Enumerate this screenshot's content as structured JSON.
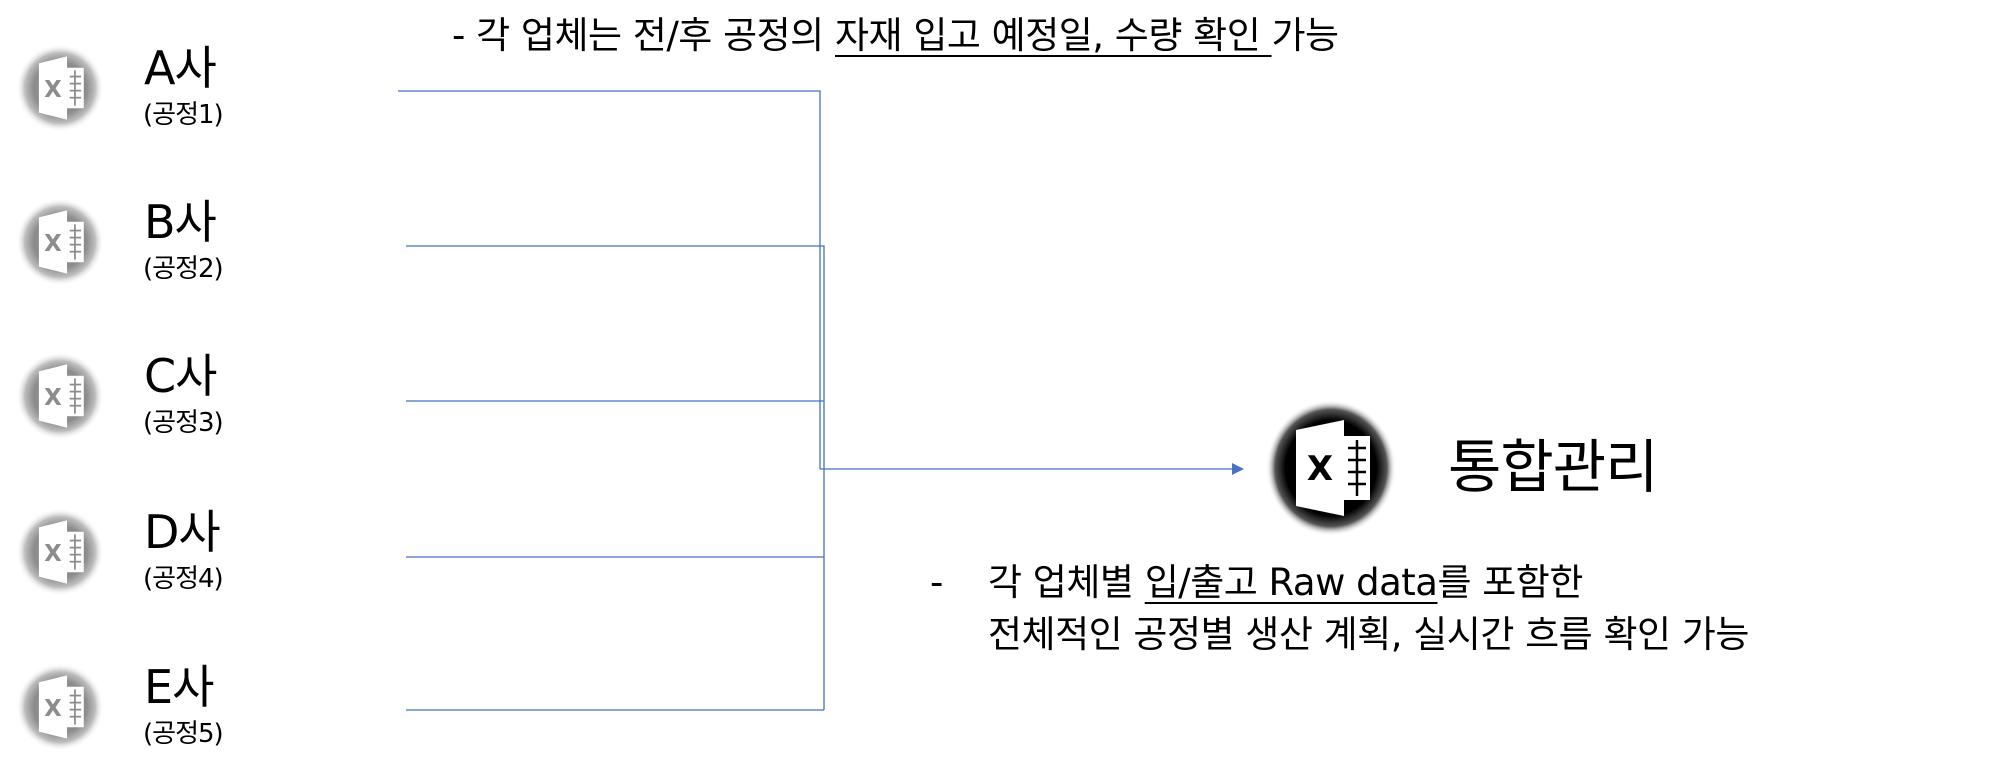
{
  "companies": [
    {
      "name": "A사",
      "process": "(공정1)"
    },
    {
      "name": "B사",
      "process": "(공정2)"
    },
    {
      "name": "C사",
      "process": "(공정3)"
    },
    {
      "name": "D사",
      "process": "(공정4)"
    },
    {
      "name": "E사",
      "process": "(공정5)"
    }
  ],
  "icons": {
    "company": "excel-icon",
    "hub": "excel-icon"
  },
  "icon_letter": "X",
  "top_note": {
    "prefix": "- 각 업체는 전/후 공정의 ",
    "underlined": "자재 입고 예정일, 수량 확인 ",
    "suffix": "가능"
  },
  "hub": {
    "label": "통합관리"
  },
  "bottom_note": {
    "dash": "-",
    "line1_prefix": "각 업체별 ",
    "line1_underlined": "입/출고 Raw data",
    "line1_suffix": "를 포함한",
    "line2": "전체적인 공정별 생산 계획, 실시간 흐름 확인 가능"
  },
  "colors": {
    "connector": "#4472C4",
    "text": "#000000"
  }
}
